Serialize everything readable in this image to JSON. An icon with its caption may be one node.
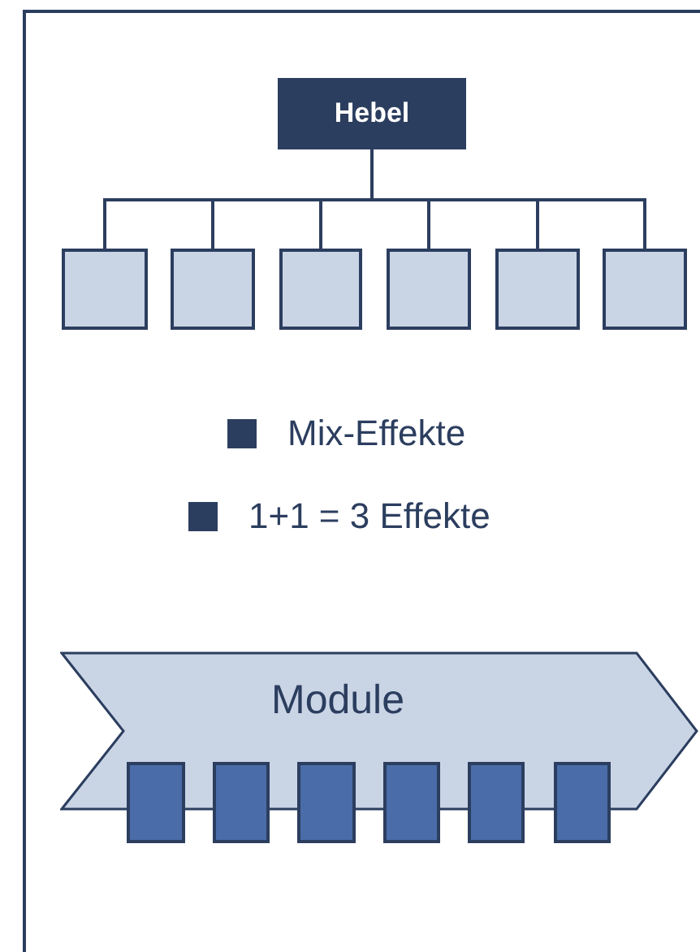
{
  "diagram": {
    "nodes": [
      {
        "text": [
          "Hebel"
        ]
      },
      {
        "text": [],
        "shape": "box"
      },
      {
        "text": [],
        "shape": "box"
      },
      {
        "text": [],
        "shape": "box"
      },
      {
        "text": [],
        "shape": "box"
      },
      {
        "text": [],
        "shape": "box"
      },
      {
        "text": [],
        "shape": "box"
      },
      {
        "text": [
          "Module"
        ]
      },
      {
        "text": [],
        "shape": "box"
      },
      {
        "text": [],
        "shape": "box"
      },
      {
        "text": [],
        "shape": "box"
      },
      {
        "text": [],
        "shape": "box"
      },
      {
        "text": [],
        "shape": "box"
      },
      {
        "text": [],
        "shape": "box"
      }
    ],
    "edges": [
      {
        "from": 0,
        "to": 1,
        "arrow": "none"
      },
      {
        "from": 0,
        "to": 2,
        "arrow": "none"
      },
      {
        "from": 0,
        "to": 3,
        "arrow": "none"
      },
      {
        "from": 0,
        "to": 4,
        "arrow": "none"
      },
      {
        "from": 0,
        "to": 5,
        "arrow": "none"
      },
      {
        "from": 0,
        "to": 6,
        "arrow": "none"
      }
    ],
    "labels": [
      "Mix-Effekte",
      "1+1 = 3 Effekte"
    ]
  }
}
